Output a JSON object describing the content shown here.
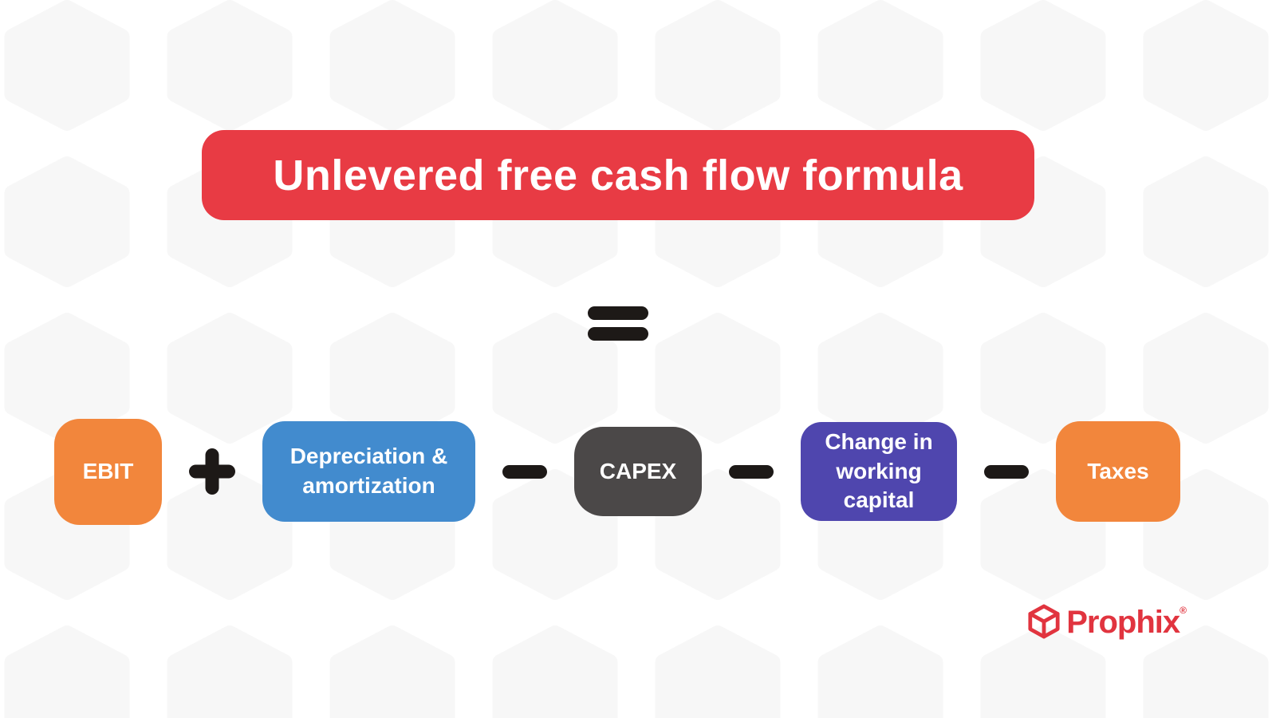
{
  "header": {
    "title": "Unlevered free cash flow formula",
    "background_color": "#e83b44",
    "text_color": "#ffffff"
  },
  "formula": {
    "equals_symbol": "=",
    "operator_color": "#1d1917",
    "term_text_color": "#ffffff",
    "operators": [
      "+",
      "−",
      "−",
      "−"
    ],
    "terms": [
      {
        "label": "EBIT",
        "color": "#f2863c"
      },
      {
        "label": "Depreciation & amortization",
        "color": "#428bce"
      },
      {
        "label": "CAPEX",
        "color": "#4b4848"
      },
      {
        "label": "Change in working capital",
        "color": "#4f46ae"
      },
      {
        "label": "Taxes",
        "color": "#f2863c"
      }
    ],
    "reading": "Unlevered free cash flow = EBIT + Depreciation & amortization − CAPEX − Change in working capital − Taxes"
  },
  "branding": {
    "logo_text": "Prophix",
    "registered_mark": "®",
    "brand_color": "#e1343f"
  },
  "background": {
    "base_color": "#ffffff",
    "hexagon_color": "#f7f7f7",
    "pattern": "hexagon-grid"
  }
}
